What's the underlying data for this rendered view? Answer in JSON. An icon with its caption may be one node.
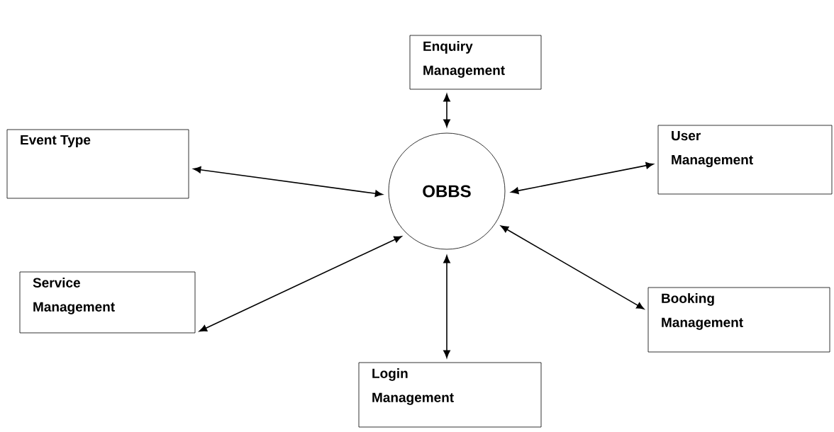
{
  "diagram": {
    "nodes": [
      {
        "text": [
          "Enquiry Management"
        ]
      },
      {
        "text": [
          "Event Type"
        ]
      },
      {
        "text": [
          "OBBS"
        ]
      },
      {
        "text": [
          "User Management"
        ]
      },
      {
        "text": [
          "Service Management"
        ]
      },
      {
        "text": [
          "Booking Management"
        ]
      },
      {
        "text": [
          "Login Management"
        ]
      }
    ],
    "edges": [
      {
        "from": 2,
        "to": 0,
        "arrow": "both"
      },
      {
        "from": 2,
        "to": 1,
        "arrow": "both"
      },
      {
        "from": 2,
        "to": 3,
        "arrow": "both"
      },
      {
        "from": 2,
        "to": 4,
        "arrow": "both"
      },
      {
        "from": 2,
        "to": 5,
        "arrow": "both"
      },
      {
        "from": 2,
        "to": 6,
        "arrow": "both"
      }
    ]
  }
}
